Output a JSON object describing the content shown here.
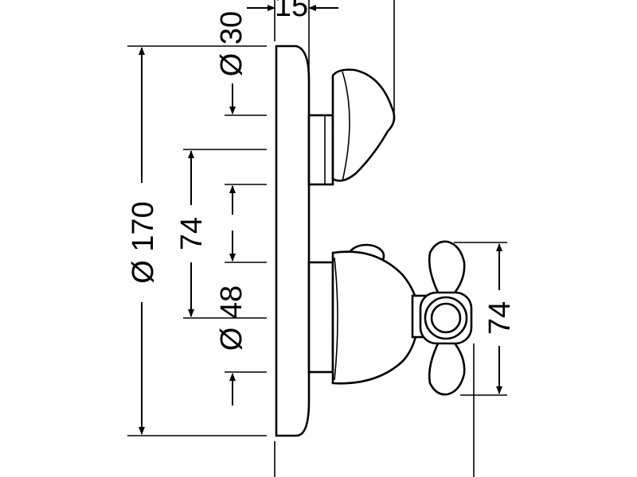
{
  "drawing": {
    "dimensions": {
      "diameter_30": "Ø 30",
      "width_15": "15",
      "diameter_170": "Ø 170",
      "spacing_74_left": "74",
      "diameter_48": "Ø 48",
      "spacing_74_right": "74"
    }
  }
}
